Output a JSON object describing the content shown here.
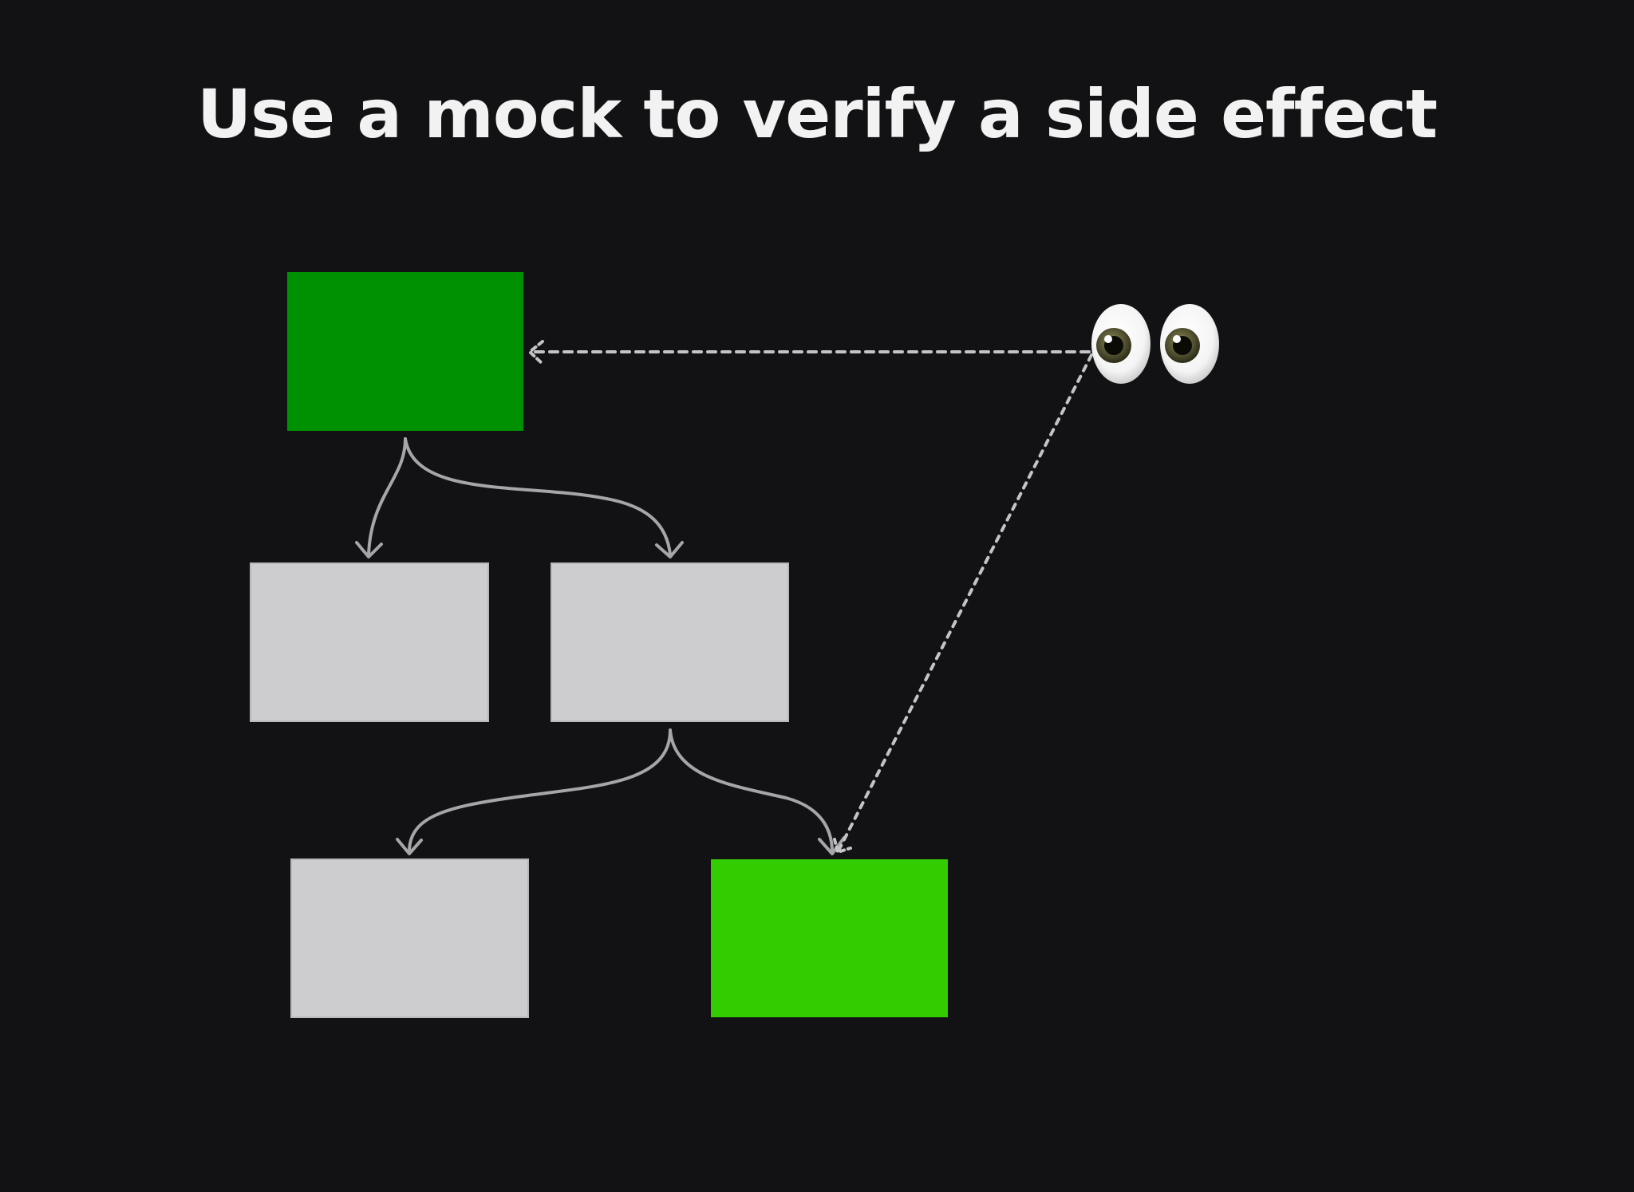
{
  "title": "Use a mock to verify a side effect",
  "colors": {
    "background": "#121214",
    "title": "#f2f2f2",
    "box_default": "#cdcdcf",
    "box_verified_source": "#009103",
    "box_verified_target": "#33cc00",
    "connector": "#a6a6a8",
    "observer_line": "#c4c4c6"
  },
  "diagram": {
    "nodes": [
      {
        "id": "root",
        "state": "verified-source",
        "fill": "#009103"
      },
      {
        "id": "child-left",
        "state": "default",
        "fill": "#cdcdcf"
      },
      {
        "id": "child-right",
        "state": "default",
        "fill": "#cdcdcf"
      },
      {
        "id": "grandchild-left",
        "state": "default",
        "fill": "#cdcdcf"
      },
      {
        "id": "grandchild-right",
        "state": "verified-target",
        "fill": "#33cc00"
      }
    ],
    "edges": [
      {
        "from": "root",
        "to": "child-left"
      },
      {
        "from": "root",
        "to": "child-right"
      },
      {
        "from": "child-right",
        "to": "grandchild-left"
      },
      {
        "from": "child-right",
        "to": "grandchild-right"
      }
    ],
    "observer": {
      "icon": "eyes-icon",
      "watches": [
        "root",
        "grandchild-right"
      ]
    }
  }
}
